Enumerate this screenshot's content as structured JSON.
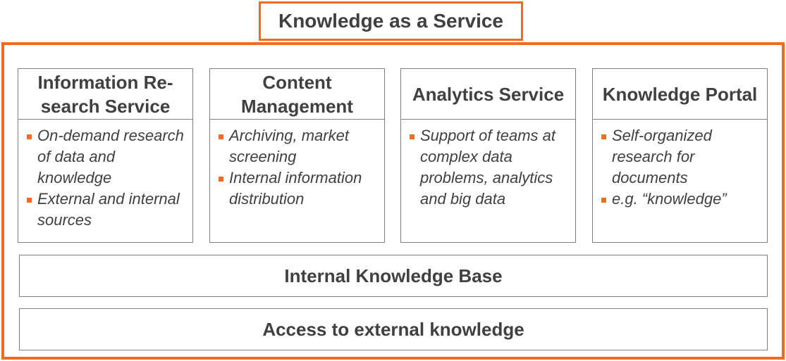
{
  "title": "Knowledge as a Service",
  "services": [
    {
      "heading": "Information Re-search Service",
      "bullets": [
        "On-demand research of data and knowledge",
        "External and internal sources"
      ]
    },
    {
      "heading": "Content Management",
      "bullets": [
        "Archiving, market screening",
        "Internal information distribution"
      ]
    },
    {
      "heading": "Analytics Service",
      "bullets": [
        "Support of teams at complex data problems, analytics and big data"
      ]
    },
    {
      "heading": "Knowledge Portal",
      "bullets": [
        "Self-organized research for documents",
        "e.g. “knowledge”"
      ]
    }
  ],
  "layers": {
    "internal": "Internal Knowledge Base",
    "external": "Access  to external knowledge"
  },
  "colors": {
    "accent": "#f26b21",
    "border": "#7f7f7f",
    "text": "#404040"
  }
}
